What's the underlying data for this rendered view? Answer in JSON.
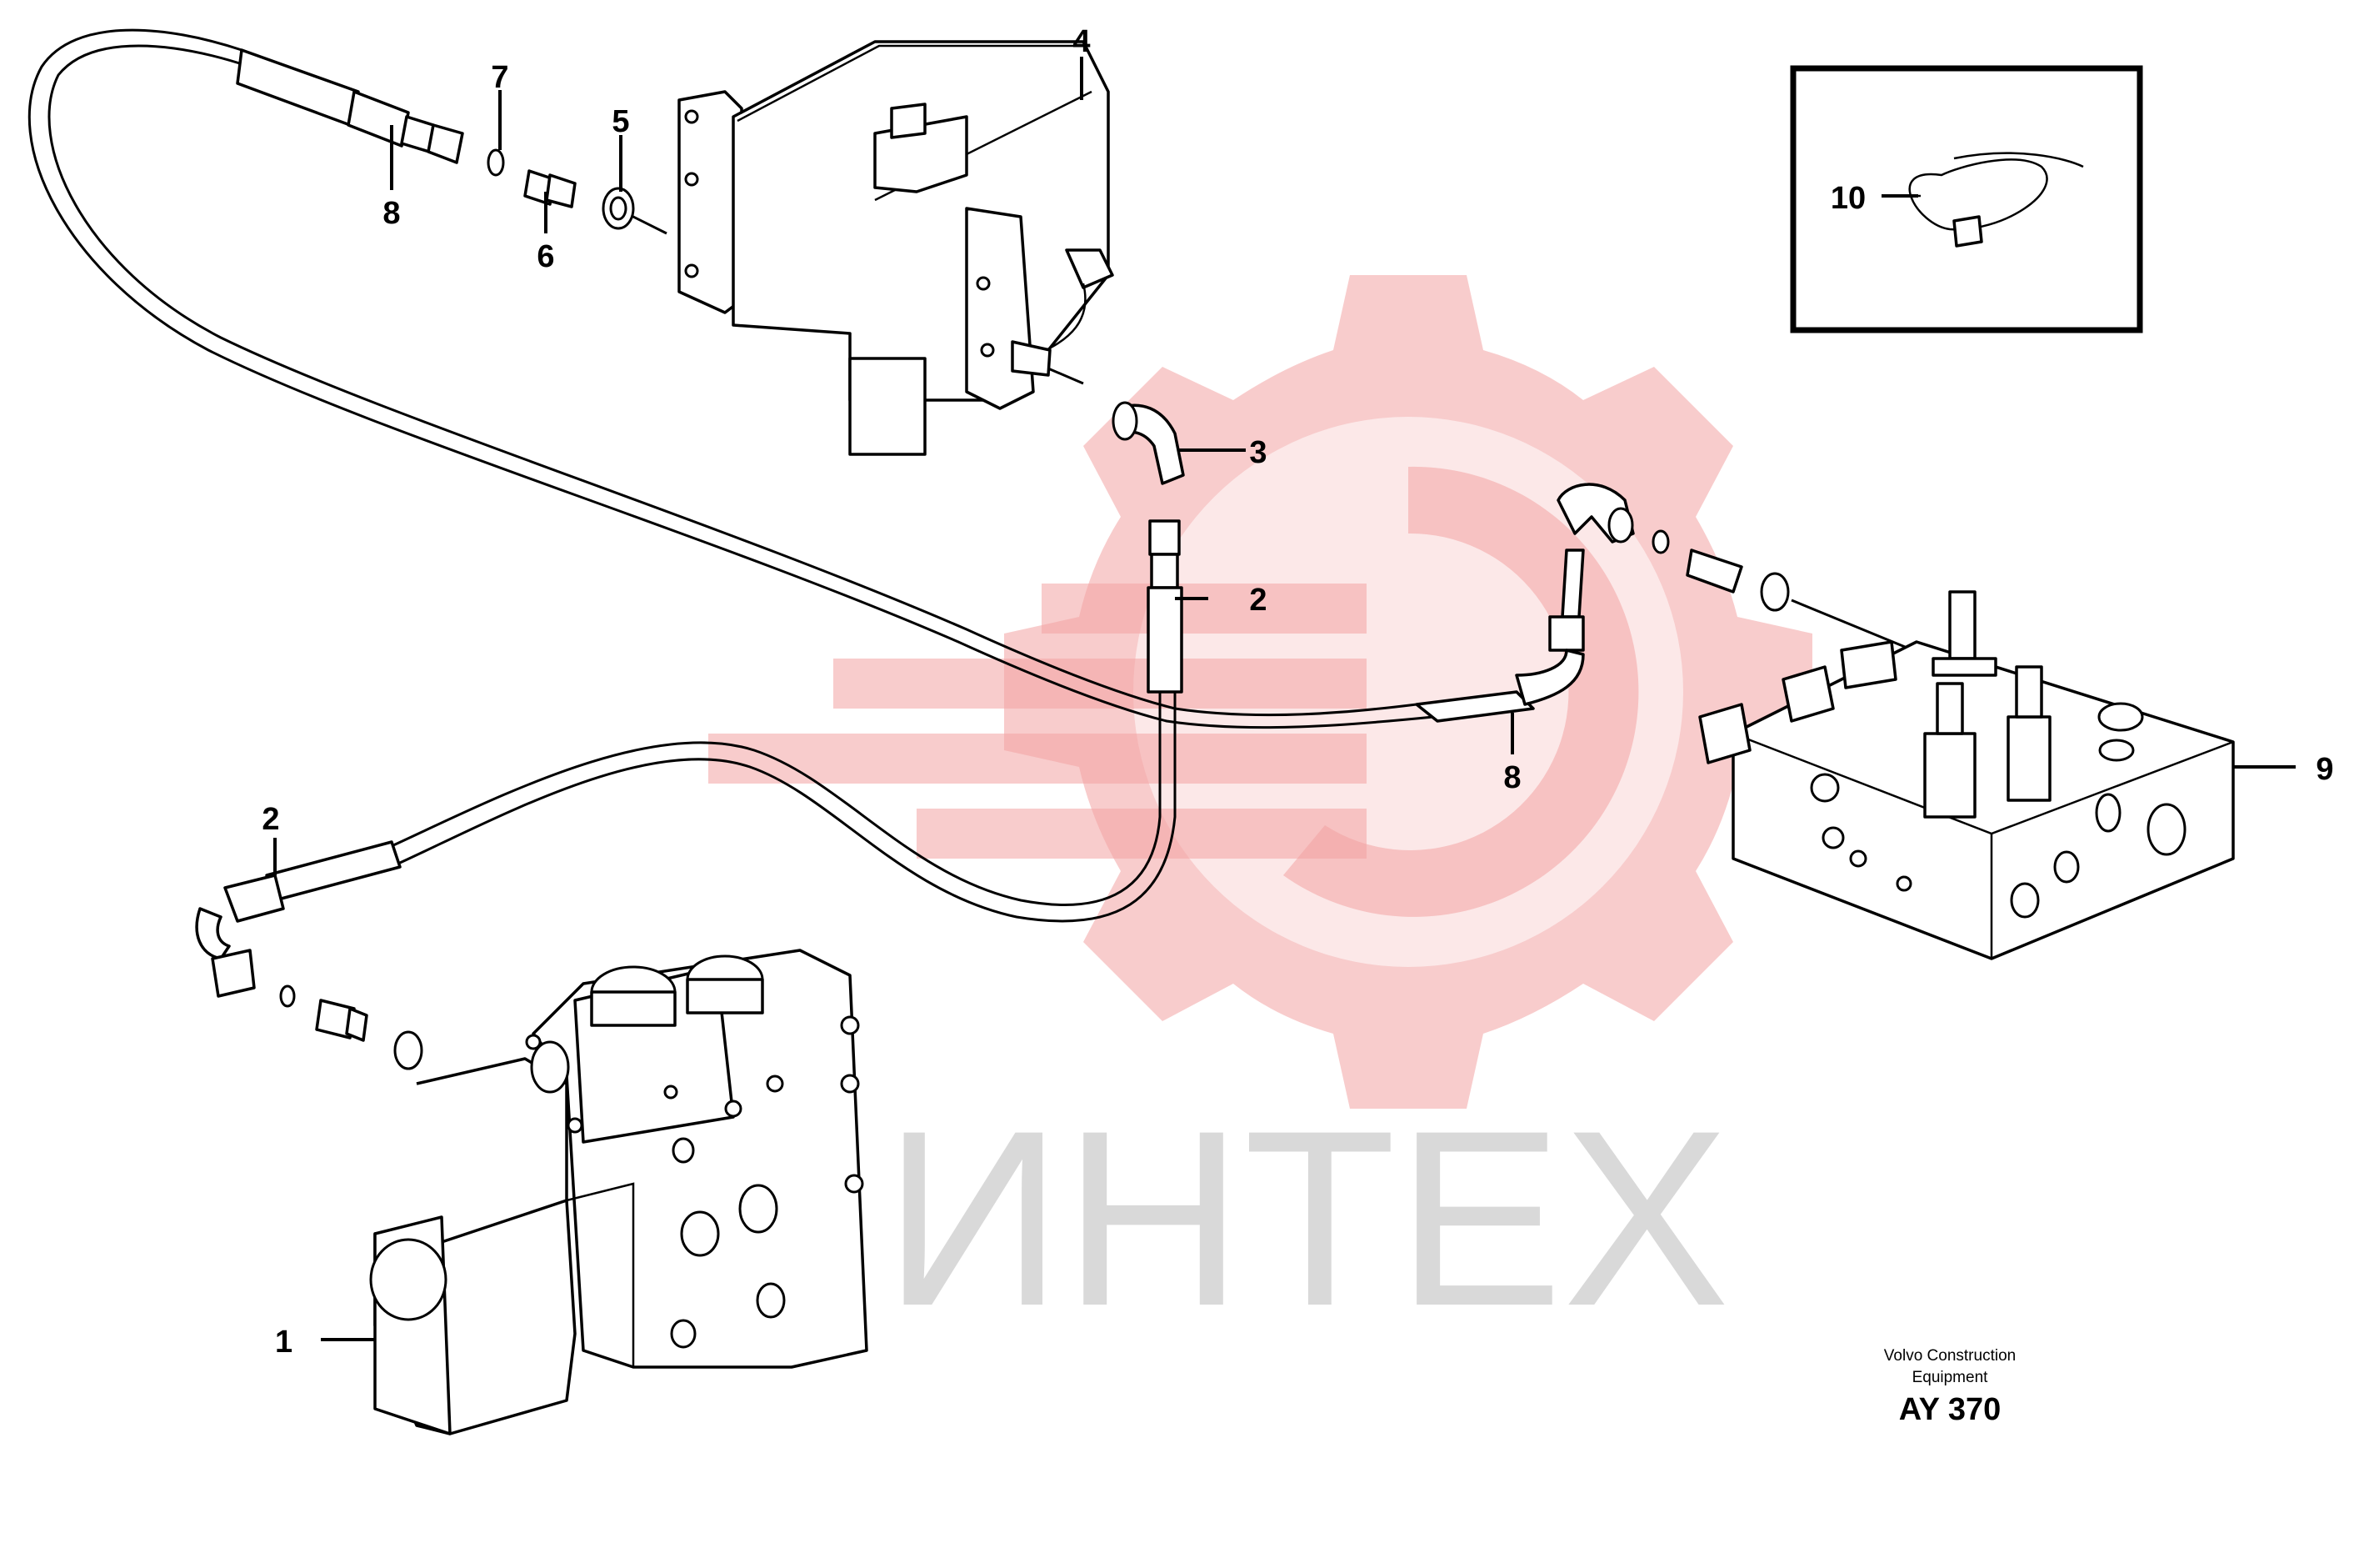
{
  "callouts": [
    {
      "id": "c1",
      "label": "1"
    },
    {
      "id": "c2a",
      "label": "2"
    },
    {
      "id": "c2b",
      "label": "2"
    },
    {
      "id": "c3",
      "label": "3"
    },
    {
      "id": "c4",
      "label": "4"
    },
    {
      "id": "c5",
      "label": "5"
    },
    {
      "id": "c6",
      "label": "6"
    },
    {
      "id": "c7",
      "label": "7"
    },
    {
      "id": "c8a",
      "label": "8"
    },
    {
      "id": "c8b",
      "label": "8"
    },
    {
      "id": "c9",
      "label": "9"
    },
    {
      "id": "c10",
      "label": "10"
    }
  ],
  "watermark": {
    "text": "ИНТЕХ",
    "color": "#f2a3a3"
  },
  "credit": {
    "line1": "Volvo Construction",
    "line2": "Equipment",
    "code": "AY 370"
  }
}
